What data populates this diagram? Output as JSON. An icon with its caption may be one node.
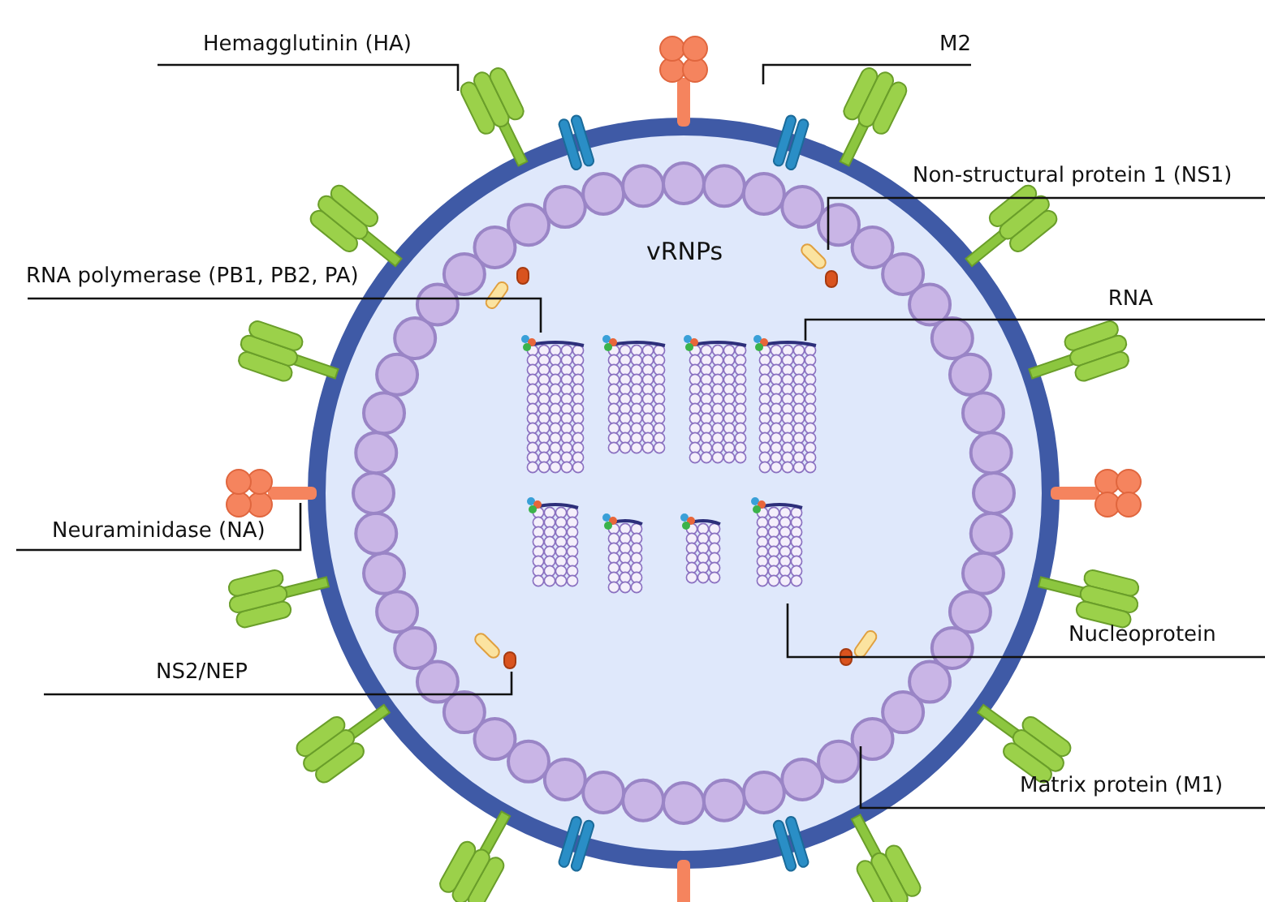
{
  "diagram": {
    "nodes": [
      {
        "text": [
          "Hemagglutinin (HA)"
        ]
      },
      {
        "text": [
          "M2"
        ]
      },
      {
        "text": [
          "Non-structural protein 1 (NS1)"
        ]
      },
      {
        "text": [
          "RNA polymerase (PB1, PB2, PA)"
        ]
      },
      {
        "text": [
          "RNA"
        ]
      },
      {
        "text": [
          "Neuraminidase (NA)"
        ]
      },
      {
        "text": [
          "Nucleoprotein"
        ]
      },
      {
        "text": [
          "NS2/NEP"
        ]
      },
      {
        "text": [
          "Matrix protein (M1)"
        ]
      }
    ],
    "edges": [
      {
        "from": 0,
        "to": null,
        "arrow": "none"
      },
      {
        "from": 1,
        "to": null,
        "arrow": "none"
      },
      {
        "from": 2,
        "to": null,
        "arrow": "none"
      },
      {
        "from": 3,
        "to": null,
        "arrow": "none"
      },
      {
        "from": 4,
        "to": null,
        "arrow": "none"
      },
      {
        "from": 5,
        "to": null,
        "arrow": "none"
      },
      {
        "from": 6,
        "to": null,
        "arrow": "none"
      },
      {
        "from": 7,
        "to": null,
        "arrow": "none"
      },
      {
        "from": 8,
        "to": null,
        "arrow": "none"
      }
    ],
    "labels": [
      "vRNPs"
    ]
  }
}
